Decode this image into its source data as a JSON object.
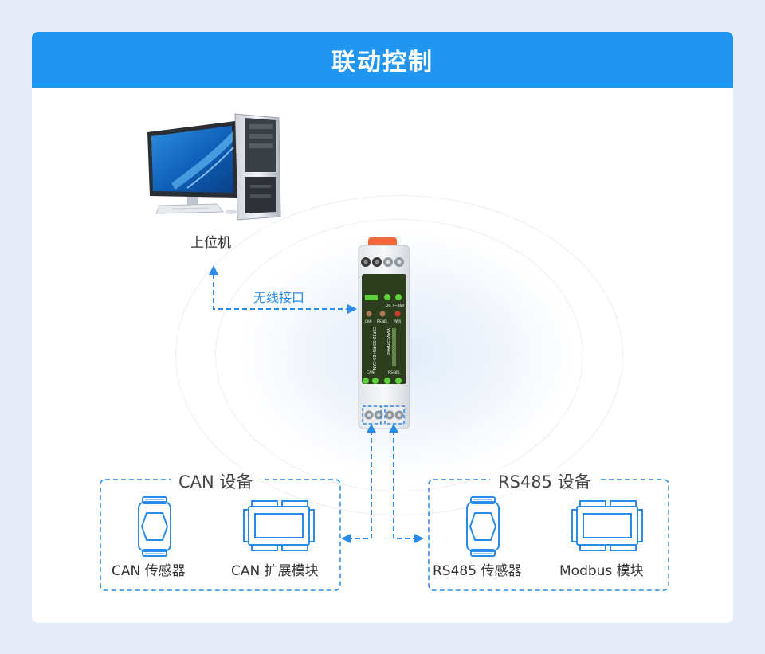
{
  "header": {
    "title": "联动控制"
  },
  "host": {
    "label": "上位机"
  },
  "wireless": {
    "label": "无线接口"
  },
  "device": {
    "top_leds": [
      "CAN",
      "RS485",
      "PWR"
    ],
    "power_label": "DC 7~36V",
    "model_vertical": "ESP32-S3-RS485-CAN",
    "brand_vertical": "WAVESHARE",
    "bottom_labels": [
      "CAN",
      "RS485"
    ]
  },
  "can_group": {
    "title": "CAN 设备",
    "items": [
      "CAN 传感器",
      "CAN 扩展模块"
    ]
  },
  "rs485_group": {
    "title": "RS485 设备",
    "items": [
      "RS485 传感器",
      "Modbus 模块"
    ]
  },
  "colors": {
    "header_bg": "#2196f0",
    "page_bg": "#e4ebf6",
    "dash_line": "#2a8ce8",
    "device_green": "#3fbf2a",
    "icon_blue": "#2a8ce8"
  }
}
